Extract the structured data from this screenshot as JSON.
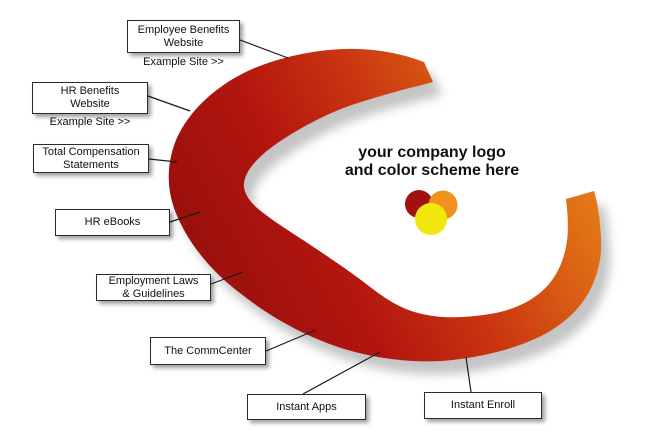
{
  "boxes": {
    "employee_benefits": {
      "line1": "Employee Benefits",
      "line2": "Website"
    },
    "employee_benefits_link": "Example Site >>",
    "hr_benefits": {
      "line1": "HR Benefits",
      "line2": "Website"
    },
    "hr_benefits_link": "Example Site >>",
    "total_compensation": {
      "line1": "Total Compensation",
      "line2": "Statements"
    },
    "hr_ebooks": {
      "line1": "HR eBooks"
    },
    "employment_laws": {
      "line1": "Employment Laws",
      "line2": "& Guidelines"
    },
    "commcenter": {
      "line1": "The CommCenter"
    },
    "instant_apps": {
      "line1": "Instant Apps"
    },
    "instant_enroll": {
      "line1": "Instant Enroll"
    }
  },
  "center": {
    "line1": "your company logo",
    "line2": "and color scheme here"
  },
  "colors": {
    "swoosh_stops": {
      "s0": "#8C0D0B",
      "s1": "#B2150E",
      "s2": "#C93410",
      "s3": "#E06F15",
      "s4": "#F2961F"
    },
    "logo_red": "#A01212",
    "logo_orange": "#F0921E",
    "logo_yellow": "#F2E70C",
    "connector": "#1a1a1a"
  }
}
